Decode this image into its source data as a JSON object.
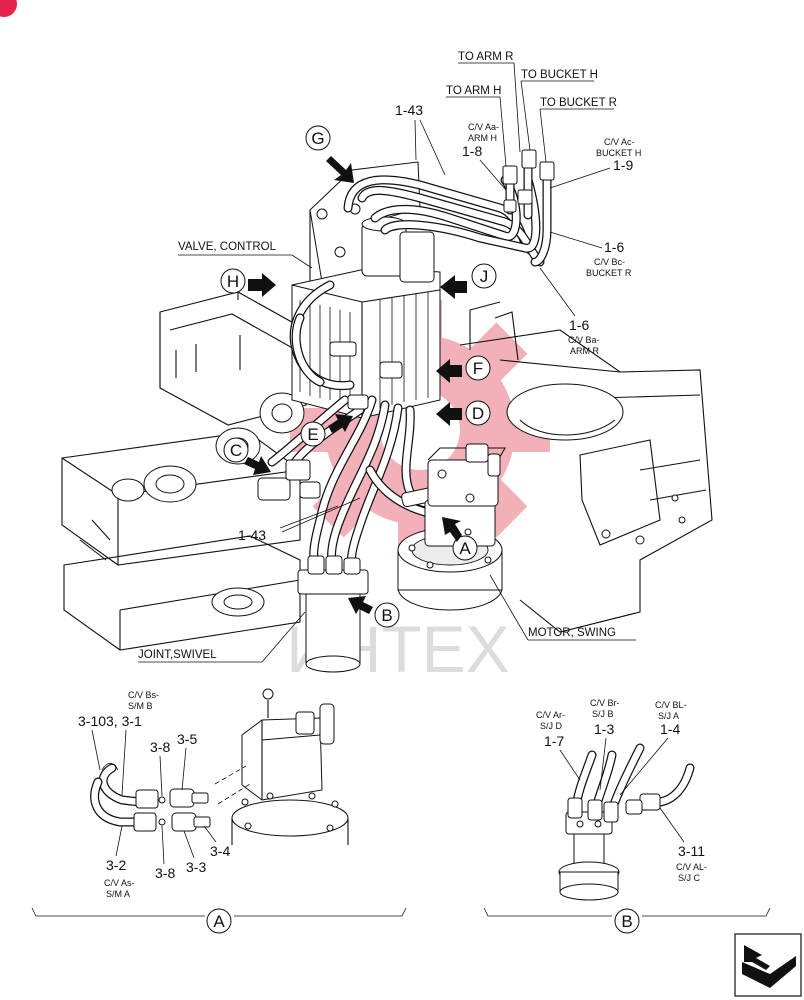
{
  "watermark": "ИНТЕХ",
  "colors": {
    "watermark": "#e2455a",
    "watermark_text": "#dcdcdc",
    "lines": "#111111",
    "corner_badge": "#e2244a"
  },
  "icons": {
    "nav": "next-page-arrow-icon",
    "badge": "corner-badge-icon"
  },
  "main_view": {
    "labels": {
      "to_arm_r": "TO ARM R",
      "to_bucket_h": "TO BUCKET H",
      "to_arm_h": "TO ARM H",
      "to_bucket_r": "TO BUCKET R",
      "valve_control": "VALVE, CONTROL",
      "motor_swing": "MOTOR, SWING",
      "joint_swivel": "JOINT,SWIVEL"
    },
    "callouts": {
      "c_1_43_top": "1-43",
      "c_1_43_bottom": "1-43",
      "aa_line1": "C/V Aa-",
      "aa_line2": "ARM H",
      "aa_num": "1-8",
      "ac_line1": "C/V Ac-",
      "ac_line2": "BUCKET H",
      "ac_num": "1-9",
      "bc_num": "1-6",
      "bc_line1": "C/V Bc-",
      "bc_line2": "BUCKET R",
      "ba_num": "1-6",
      "ba_line1": "C/V Ba-",
      "ba_line2": "ARM R"
    },
    "view_markers": {
      "g": "G",
      "h": "H",
      "j": "J",
      "f": "F",
      "d": "D",
      "e": "E",
      "c": "C",
      "a": "A",
      "b": "B"
    }
  },
  "detail_a": {
    "caption": "A",
    "callouts": {
      "bs_line1": "C/V Bs-",
      "bs_line2": "S/M B",
      "n3_10": "3-10",
      "n3_1": "3, 3-1",
      "n3_8_top": "3-8",
      "n3_5": "3-5",
      "n3_2": "3-2",
      "as_line1": "C/V As-",
      "as_line2": "S/M A",
      "n3_8_bot": "3-8",
      "n3_3": "3-3",
      "n3_4": "3-4"
    }
  },
  "detail_b": {
    "caption": "B",
    "callouts": {
      "ar_line1": "C/V Ar-",
      "ar_line2": "S/J D",
      "n1_7": "1-7",
      "br_line1": "C/V Br-",
      "br_line2": "S/J B",
      "n1_3": "1-3",
      "bl_line1": "C/V BL-",
      "bl_line2": "S/J A",
      "n1_4": "1-4",
      "n3_11": "3-11",
      "al_line1": "C/V AL-",
      "al_line2": "S/J C"
    }
  }
}
